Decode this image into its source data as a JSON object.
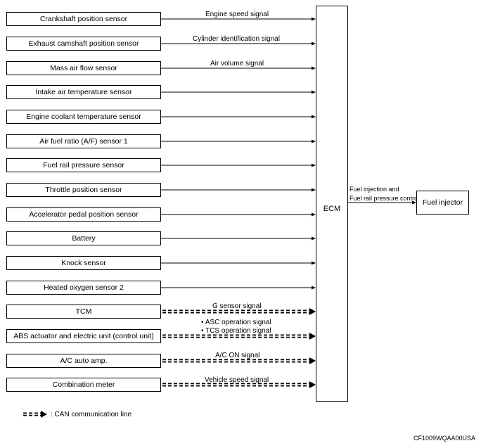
{
  "sensors": [
    {
      "label": "Crankshaft position sensor",
      "signal": "Engine speed signal"
    },
    {
      "label": "Exhaust camshaft position sensor",
      "signal": "Cylinder identification signal"
    },
    {
      "label": "Mass air flow sensor",
      "signal": "Air volume signal"
    },
    {
      "label": "Intake air temperature sensor",
      "signal": ""
    },
    {
      "label": "Engine coolant temperature sensor",
      "signal": ""
    },
    {
      "label": "Air fuel ratio (A/F) sensor 1",
      "signal": ""
    },
    {
      "label": "Fuel rail pressure sensor",
      "signal": ""
    },
    {
      "label": "Throttle position sensor",
      "signal": ""
    },
    {
      "label": "Accelerator pedal position sensor",
      "signal": ""
    },
    {
      "label": "Battery",
      "signal": ""
    },
    {
      "label": "Knock sensor",
      "signal": ""
    },
    {
      "label": "Heated oxygen sensor 2",
      "signal": ""
    },
    {
      "label": "TCM",
      "signal": "G sensor signal"
    },
    {
      "label": "ABS actuator and electric unit (control unit)",
      "signal": "• ASC operation signal",
      "signal2": "• TCS operation signal"
    },
    {
      "label": "A/C auto amp.",
      "signal": "A/C ON signal"
    },
    {
      "label": "Combination meter",
      "signal": "Vehicle speed signal"
    }
  ],
  "ecm": {
    "label": "ECM"
  },
  "output": {
    "line1": "Fuel injection and",
    "line2": "Fuel rail pressure control",
    "target": "Fuel injector"
  },
  "legend": {
    "text": ": CAN communication line"
  },
  "figure_code": "CF1009WQAA00USA"
}
